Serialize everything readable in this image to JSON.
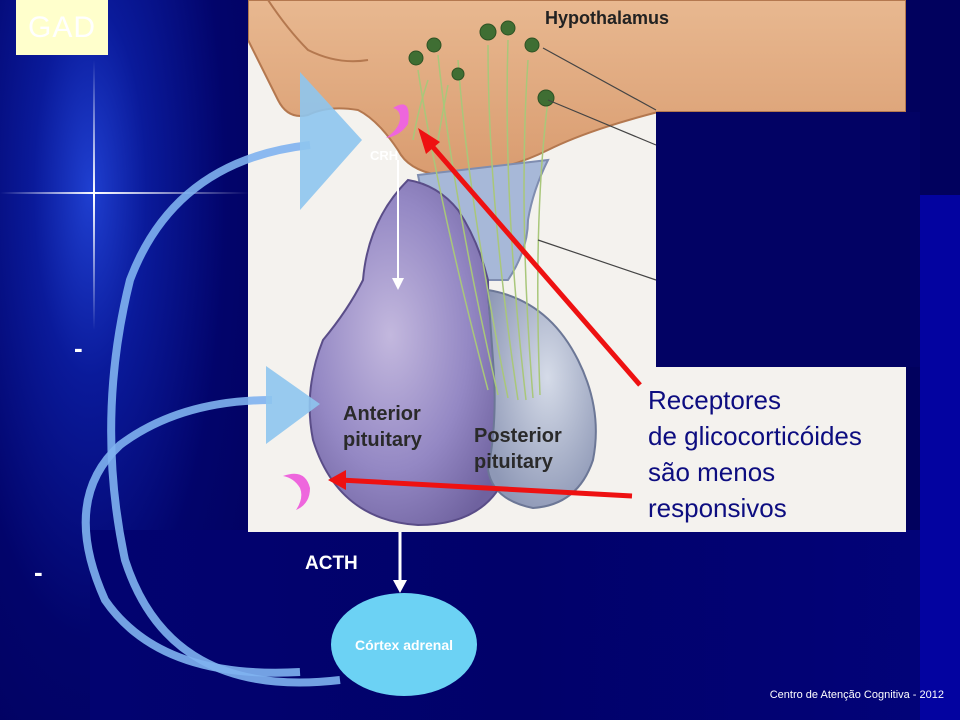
{
  "corner_label": "GAD",
  "illustration": {
    "hypothalamus_label": "Hypothalamus",
    "crh_label": "CRH",
    "anterior_label": [
      "Anterior",
      "pituitary"
    ],
    "posterior_label": [
      "Posterior",
      "pituitary"
    ]
  },
  "callout_lines": [
    "Receptores",
    "de glicocorticóides",
    "são menos",
    "responsivos"
  ],
  "minus_signs": [
    "-",
    "-"
  ],
  "acth_label": "ACTH",
  "cortex_label": "Córtex adrenal",
  "footer": "Centro de Atenção Cognitiva - 2012",
  "colors": {
    "background": "#01015e",
    "arrow_red": "#ee1111",
    "receptor_pink": "#ee66dd",
    "feedback_arrow": "#7fb3f0",
    "cortex_fill": "#6cd2f4",
    "callout_text": "#0d0d80"
  }
}
